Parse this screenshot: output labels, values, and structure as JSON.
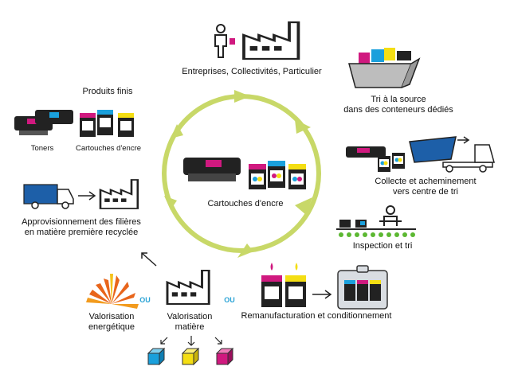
{
  "center": {
    "label": "Cartouches d'encre"
  },
  "steps": {
    "entreprises": "Entreprises, Collectivités, Particulier",
    "tri_source_1": "Tri à la source",
    "tri_source_2": "dans des conteneurs dédiés",
    "collecte_1": "Collecte et acheminement",
    "collecte_2": "vers centre de tri",
    "inspection": "Inspection et tri",
    "reman": "Remanufacturation et conditionnement",
    "valo_mat_1": "Valorisation",
    "valo_mat_2": "matière",
    "valo_en_1": "Valorisation",
    "valo_en_2": "energétique",
    "ou": "OU",
    "appro_1": "Approvisionnement des filières",
    "appro_2": "en matière première recyclée",
    "produits_finis": "Produits finis",
    "toners": "Toners",
    "cartouches": "Cartouches d'encre"
  },
  "colors": {
    "cycle": "#c8d868",
    "cyan": "#1aa0dc",
    "magenta": "#d0197f",
    "yellow": "#f4de13",
    "truck_blue": "#1d5fa8",
    "belt_dots": "#5cb832",
    "flame_orange": "#e8651b"
  },
  "icons": [
    "worker-icon",
    "factory-icon",
    "recycling-bin-icon",
    "truck-icon",
    "conveyor-icon",
    "ink-cartridge-icon",
    "toner-icon",
    "flame-icon",
    "cube-icon",
    "arrow-icon",
    "package-icon"
  ]
}
